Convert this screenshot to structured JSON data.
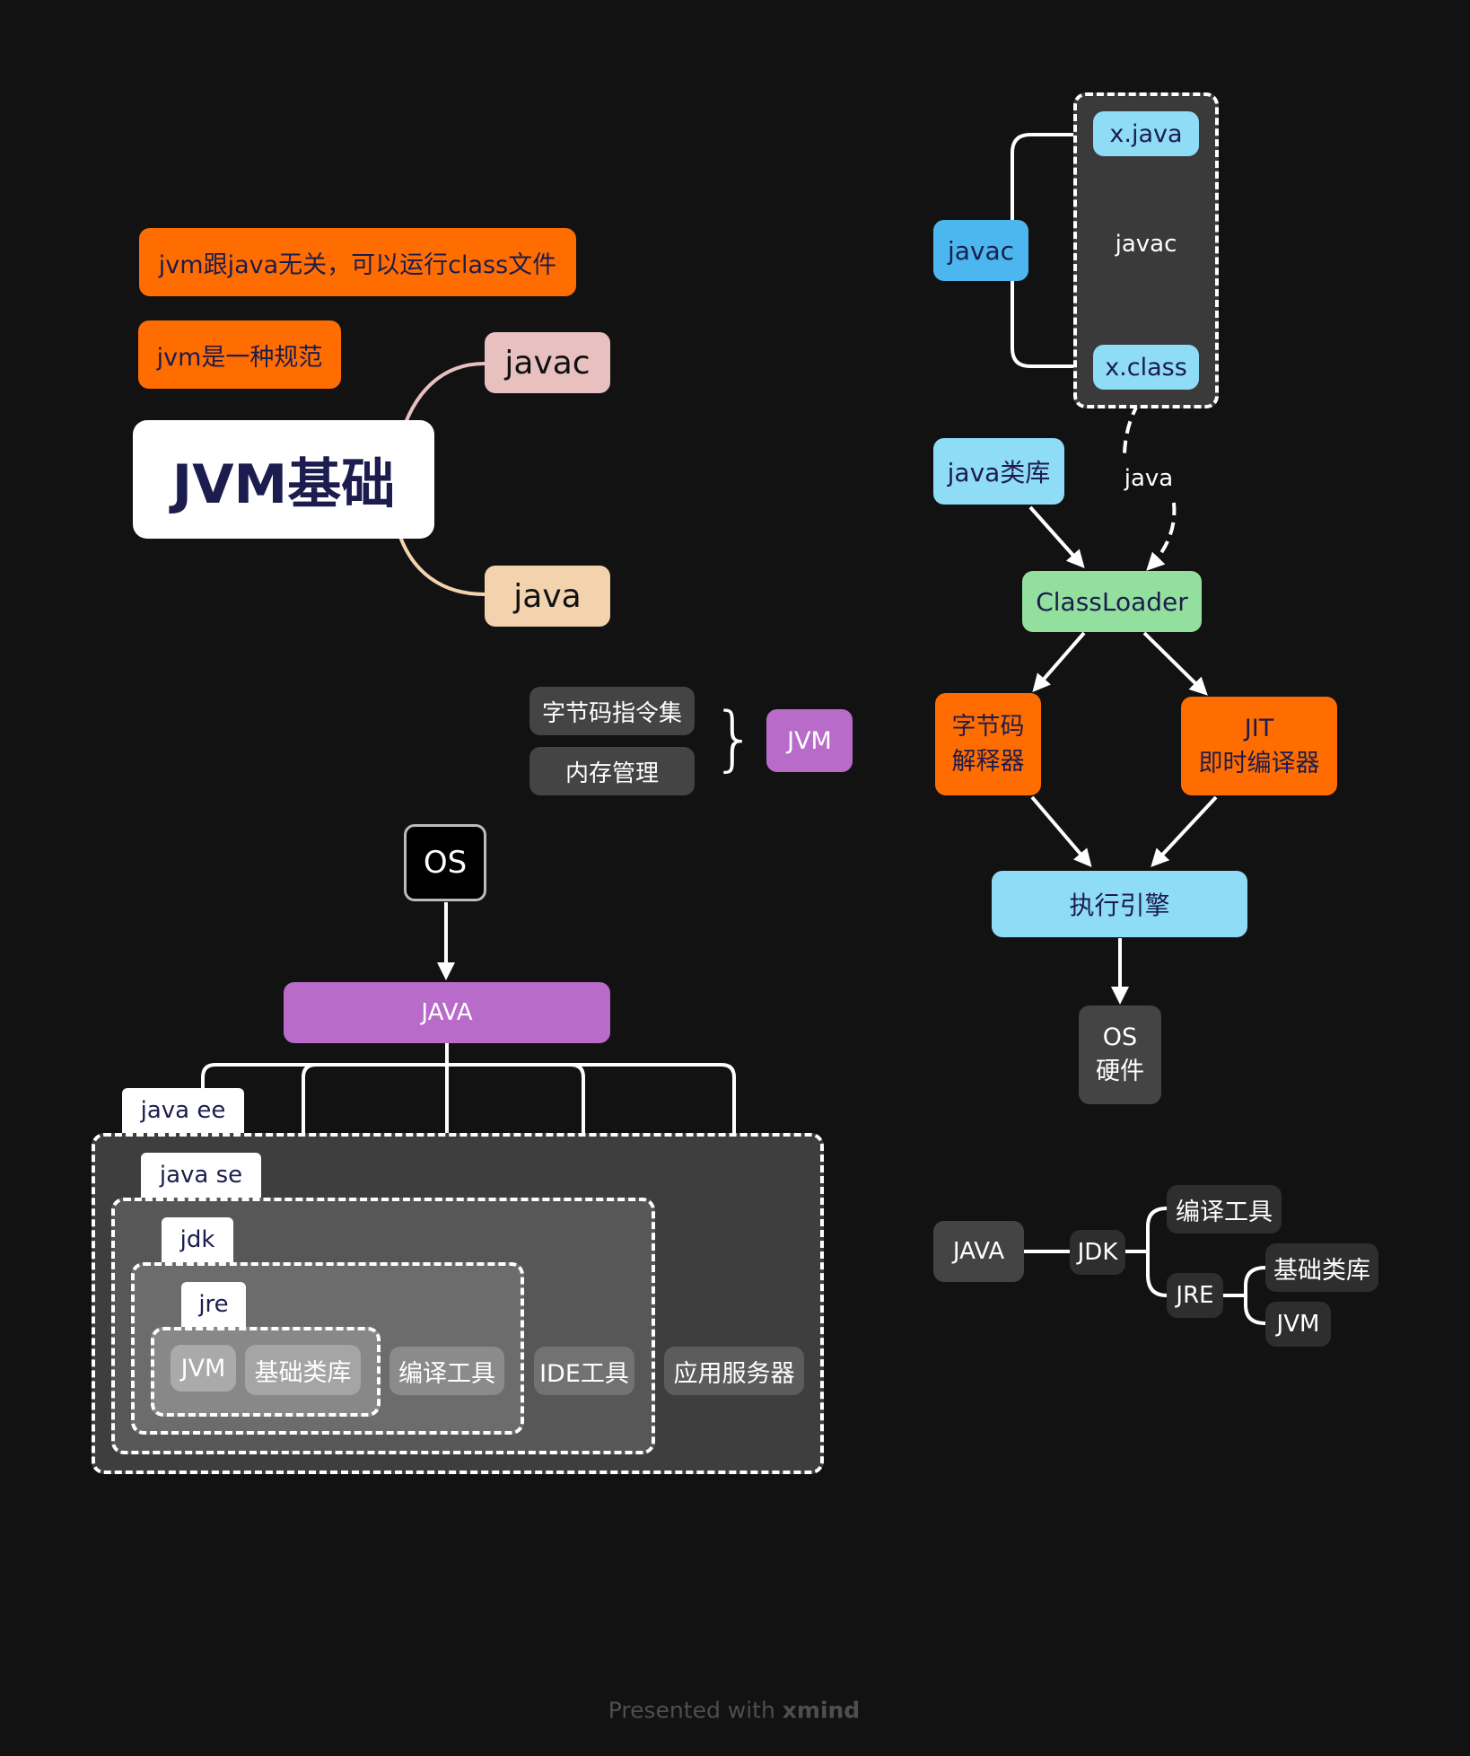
{
  "colors": {
    "background": "#121212",
    "orange": "#ff6d00",
    "light_blue": "#8fdcf7",
    "blue": "#4cb7ee",
    "green": "#93e09e",
    "purple": "#b86bc9",
    "pink": "#e8c0c0",
    "peach": "#f2d3ae",
    "dark_node": "#444444",
    "navy_text": "#1c1c4e"
  },
  "mindmap": {
    "notes": [
      "jvm跟java无关，可以运行class文件",
      "jvm是一种规范"
    ],
    "root": "JVM基础",
    "branches": [
      "javac",
      "java"
    ]
  },
  "compile_flow": {
    "src": "x.java",
    "compiler": "javac",
    "compile_label": "javac",
    "out": "x.class",
    "run_label": "java",
    "lib": "java类库",
    "loader": "ClassLoader",
    "interpreter": "字节码\n解释器",
    "jit": "JIT\n即时编译器",
    "engine": "执行引擎",
    "os": "OS\n硬件"
  },
  "jvm_def": {
    "items": [
      "字节码指令集",
      "内存管理"
    ],
    "brace": "}",
    "label": "JVM"
  },
  "stack": {
    "os": "OS",
    "java": "JAVA",
    "layers": [
      "java ee",
      "java se",
      "jdk",
      "jre"
    ],
    "components": [
      "JVM",
      "基础类库",
      "编译工具",
      "IDE工具",
      "应用服务器"
    ]
  },
  "jdk_tree": {
    "root": "JAVA",
    "jdk": "JDK",
    "jdk_children": [
      "编译工具",
      "JRE"
    ],
    "jre_children": [
      "基础类库",
      "JVM"
    ]
  },
  "footer": {
    "prefix": "Presented with ",
    "brand": "xmind"
  }
}
